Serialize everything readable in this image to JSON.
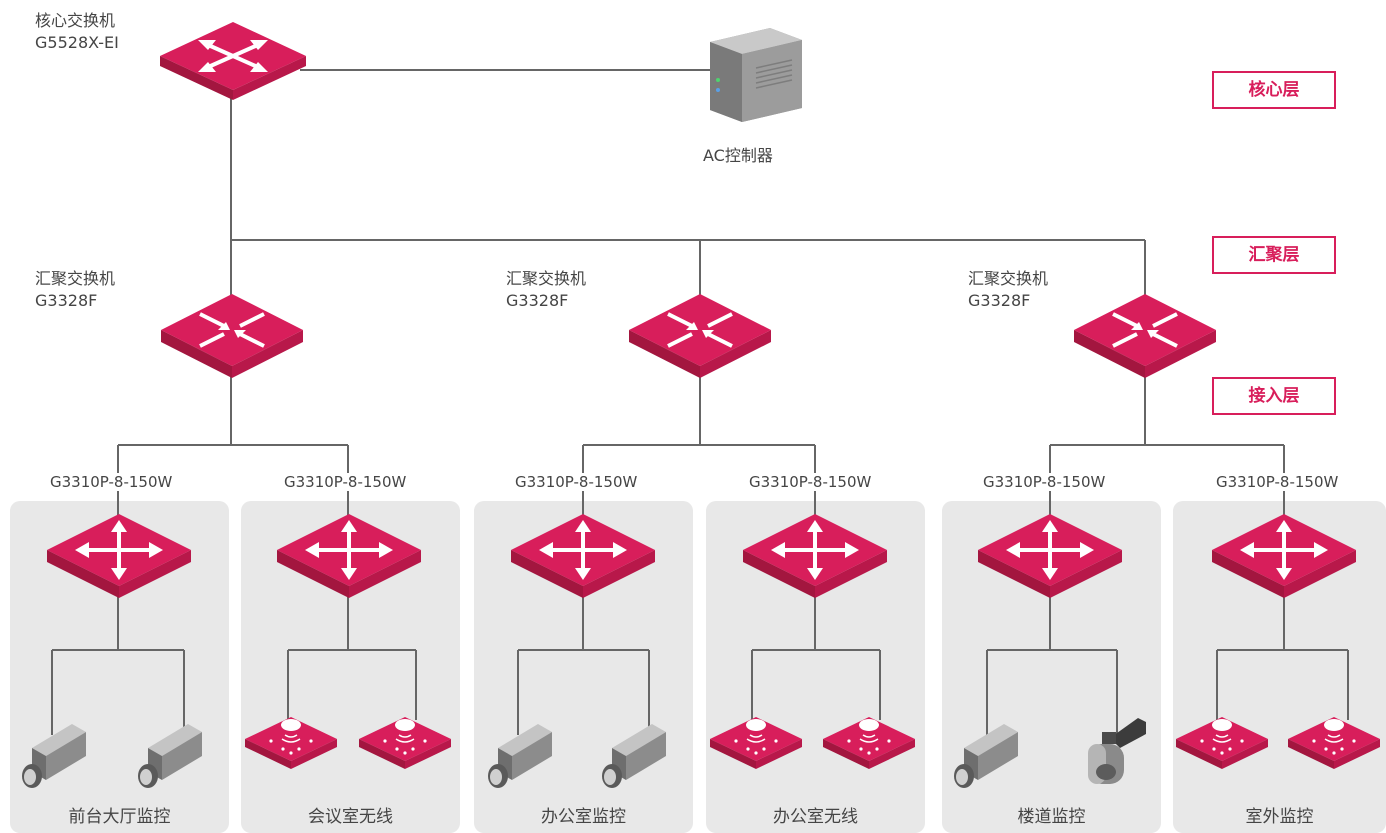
{
  "core": {
    "title": "核心交换机",
    "model": "G5528X-EI"
  },
  "ac": {
    "label": "AC控制器"
  },
  "layers": {
    "core": "核心层",
    "aggregation": "汇聚层",
    "access": "接入层"
  },
  "aggregation": [
    {
      "title": "汇聚交换机",
      "model": "G3328F"
    },
    {
      "title": "汇聚交换机",
      "model": "G3328F"
    },
    {
      "title": "汇聚交换机",
      "model": "G3328F"
    }
  ],
  "access": [
    {
      "model": "G3310P-8-150W",
      "group": "前台大厅监控"
    },
    {
      "model": "G3310P-8-150W",
      "group": "会议室无线"
    },
    {
      "model": "G3310P-8-150W",
      "group": "办公室监控"
    },
    {
      "model": "G3310P-8-150W",
      "group": "办公室无线"
    },
    {
      "model": "G3310P-8-150W",
      "group": "楼道监控"
    },
    {
      "model": "G3310P-8-150W",
      "group": "室外监控"
    }
  ],
  "colors": {
    "accent": "#d81e5b",
    "line": "#666666",
    "panel": "#e8e8e8"
  }
}
